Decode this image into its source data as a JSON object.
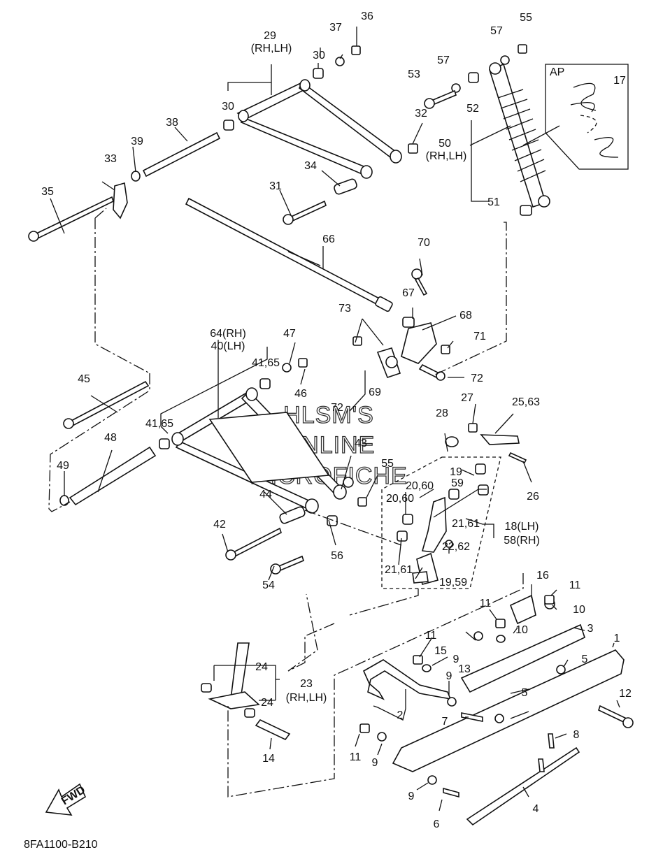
{
  "diagram_code": "8FA1100-B210",
  "fwd_label": "FWD",
  "ap_box_label": "AP",
  "watermark": [
    "HLSM'S",
    "ONLINE",
    "MICROFICHE"
  ],
  "callouts": [
    "29",
    "(RH,LH)",
    "37",
    "36",
    "30",
    "30",
    "38",
    "39",
    "33",
    "35",
    "32",
    "34",
    "31",
    "55",
    "57",
    "57",
    "53",
    "52",
    "50",
    "(RH,LH)",
    "17",
    "51",
    "66",
    "70",
    "67",
    "68",
    "73",
    "71",
    "72",
    "69",
    "64(RH)",
    "40(LH)",
    "47",
    "41,65",
    "46",
    "45",
    "41,65",
    "48",
    "49",
    "72",
    "43",
    "55",
    "28",
    "27",
    "25,63",
    "26",
    "19",
    "20,60",
    "59",
    "20,60",
    "21,61",
    "18(LH)",
    "58(RH)",
    "44",
    "42",
    "56",
    "54",
    "22,62",
    "21,61",
    "19,59",
    "16",
    "11",
    "10",
    "3",
    "11",
    "10",
    "11",
    "15",
    "9",
    "13",
    "24",
    "23",
    "(RH,LH)",
    "24",
    "14",
    "9",
    "2",
    "7",
    "5",
    "5",
    "1",
    "12",
    "8",
    "11",
    "9",
    "9",
    "6",
    "4"
  ]
}
